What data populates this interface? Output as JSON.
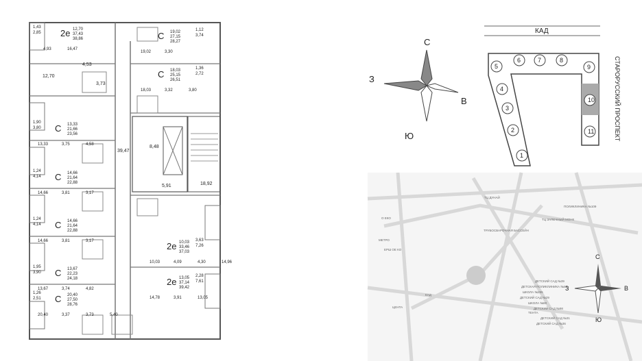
{
  "floor_plan": {
    "units": [
      {
        "type": "2е",
        "areas": [
          "12,70",
          "37,43",
          "38,86"
        ],
        "extra": [
          "1,43",
          "2,85"
        ],
        "rooms": [
          "4,93",
          "16,47"
        ]
      },
      {
        "type": "С",
        "areas": [
          "19,02",
          "27,15",
          "28,27"
        ],
        "extra": [
          "1,12",
          "3,74"
        ],
        "rooms": [
          "19,02",
          "3,30"
        ]
      },
      {
        "type": "С",
        "areas": [
          "18,03",
          "25,15",
          "26,51"
        ],
        "extra": [
          "1,36",
          "2,72"
        ],
        "rooms": [
          "18,03",
          "3,32",
          "3,80"
        ]
      },
      {
        "type": "С",
        "areas": [
          "13,33",
          "21,66",
          "23,56"
        ],
        "extra": [
          "1,90",
          "3,80"
        ],
        "rooms": [
          "13,33",
          "3,75",
          "4,58"
        ]
      },
      {
        "type": "С",
        "areas": [
          "14,66",
          "21,64",
          "22,88"
        ],
        "extra": [
          "1,24",
          "4,14"
        ],
        "rooms": [
          "14,66",
          "3,81",
          "3,17"
        ]
      },
      {
        "type": "С",
        "areas": [
          "14,66",
          "21,64",
          "22,88"
        ],
        "extra": [
          "1,24",
          "4,14"
        ],
        "rooms": [
          "14,66",
          "3,81",
          "3,17"
        ]
      },
      {
        "type": "2е",
        "areas": [
          "10,03",
          "33,46",
          "37,03"
        ],
        "extra": [
          "3,63",
          "7,26"
        ],
        "rooms": [
          "10,03",
          "4,09",
          "4,30",
          "14,96"
        ]
      },
      {
        "type": "С",
        "areas": [
          "13,67",
          "22,23",
          "24,18"
        ],
        "extra": [
          "1,95",
          "3,90"
        ],
        "rooms": [
          "13,67",
          "3,74",
          "4,82"
        ]
      },
      {
        "type": "2е",
        "areas": [
          "13,05",
          "37,14",
          "39,42"
        ],
        "extra": [
          "2,28",
          "7,61"
        ],
        "rooms": [
          "14,78",
          "3,91",
          "13,05"
        ]
      },
      {
        "type": "С",
        "areas": [
          "20,40",
          "27,50",
          "28,76"
        ],
        "extra": [
          "1,26",
          "2,51"
        ],
        "rooms": [
          "20,40",
          "3,37",
          "3,73",
          "5,40"
        ]
      }
    ],
    "common": [
      "4,53",
      "12,70",
      "3,73",
      "39,47",
      "8,48",
      "5,91",
      "18,92"
    ]
  },
  "compass_top": {
    "n": "С",
    "s": "Ю",
    "w": "З",
    "e": "В"
  },
  "site": {
    "road": "КАД",
    "avenue": "СТАРОРУССКИЙ ПРОСПЕКТ",
    "sections": [
      "1",
      "2",
      "3",
      "4",
      "5",
      "6",
      "7",
      "8",
      "9",
      "10",
      "11"
    ],
    "highlight": "10"
  },
  "map": {
    "labels": [
      "ТЦ ДУНАЙ",
      "ПОЛИКЛИНИКА №109",
      "ТЦ ЗАПЕЧНЫЙ МОНК",
      "ТРУБОСВАРОЧНАЯ БАССЕЙН",
      "ДЕТСКИЙ САД №39",
      "ДЕТСКАЯ ПОЛИКЛИНИКА №46",
      "ШКОЛА №255",
      "ДЕТСКИЙ САД №29",
      "ШКОЛА №80",
      "ДЕТСКИЙ САД №98",
      "ТЕНТА",
      "ДЕТСКИЙ САД №31",
      "ДЕТСКИЙ САД №36",
      "КАД",
      "МЕТРО",
      "ЕРШ ОЕ КО",
      "ЦЕНТА",
      "О ЕКО"
    ],
    "compass": {
      "n": "С",
      "s": "Ю",
      "w": "З",
      "e": "В"
    }
  }
}
